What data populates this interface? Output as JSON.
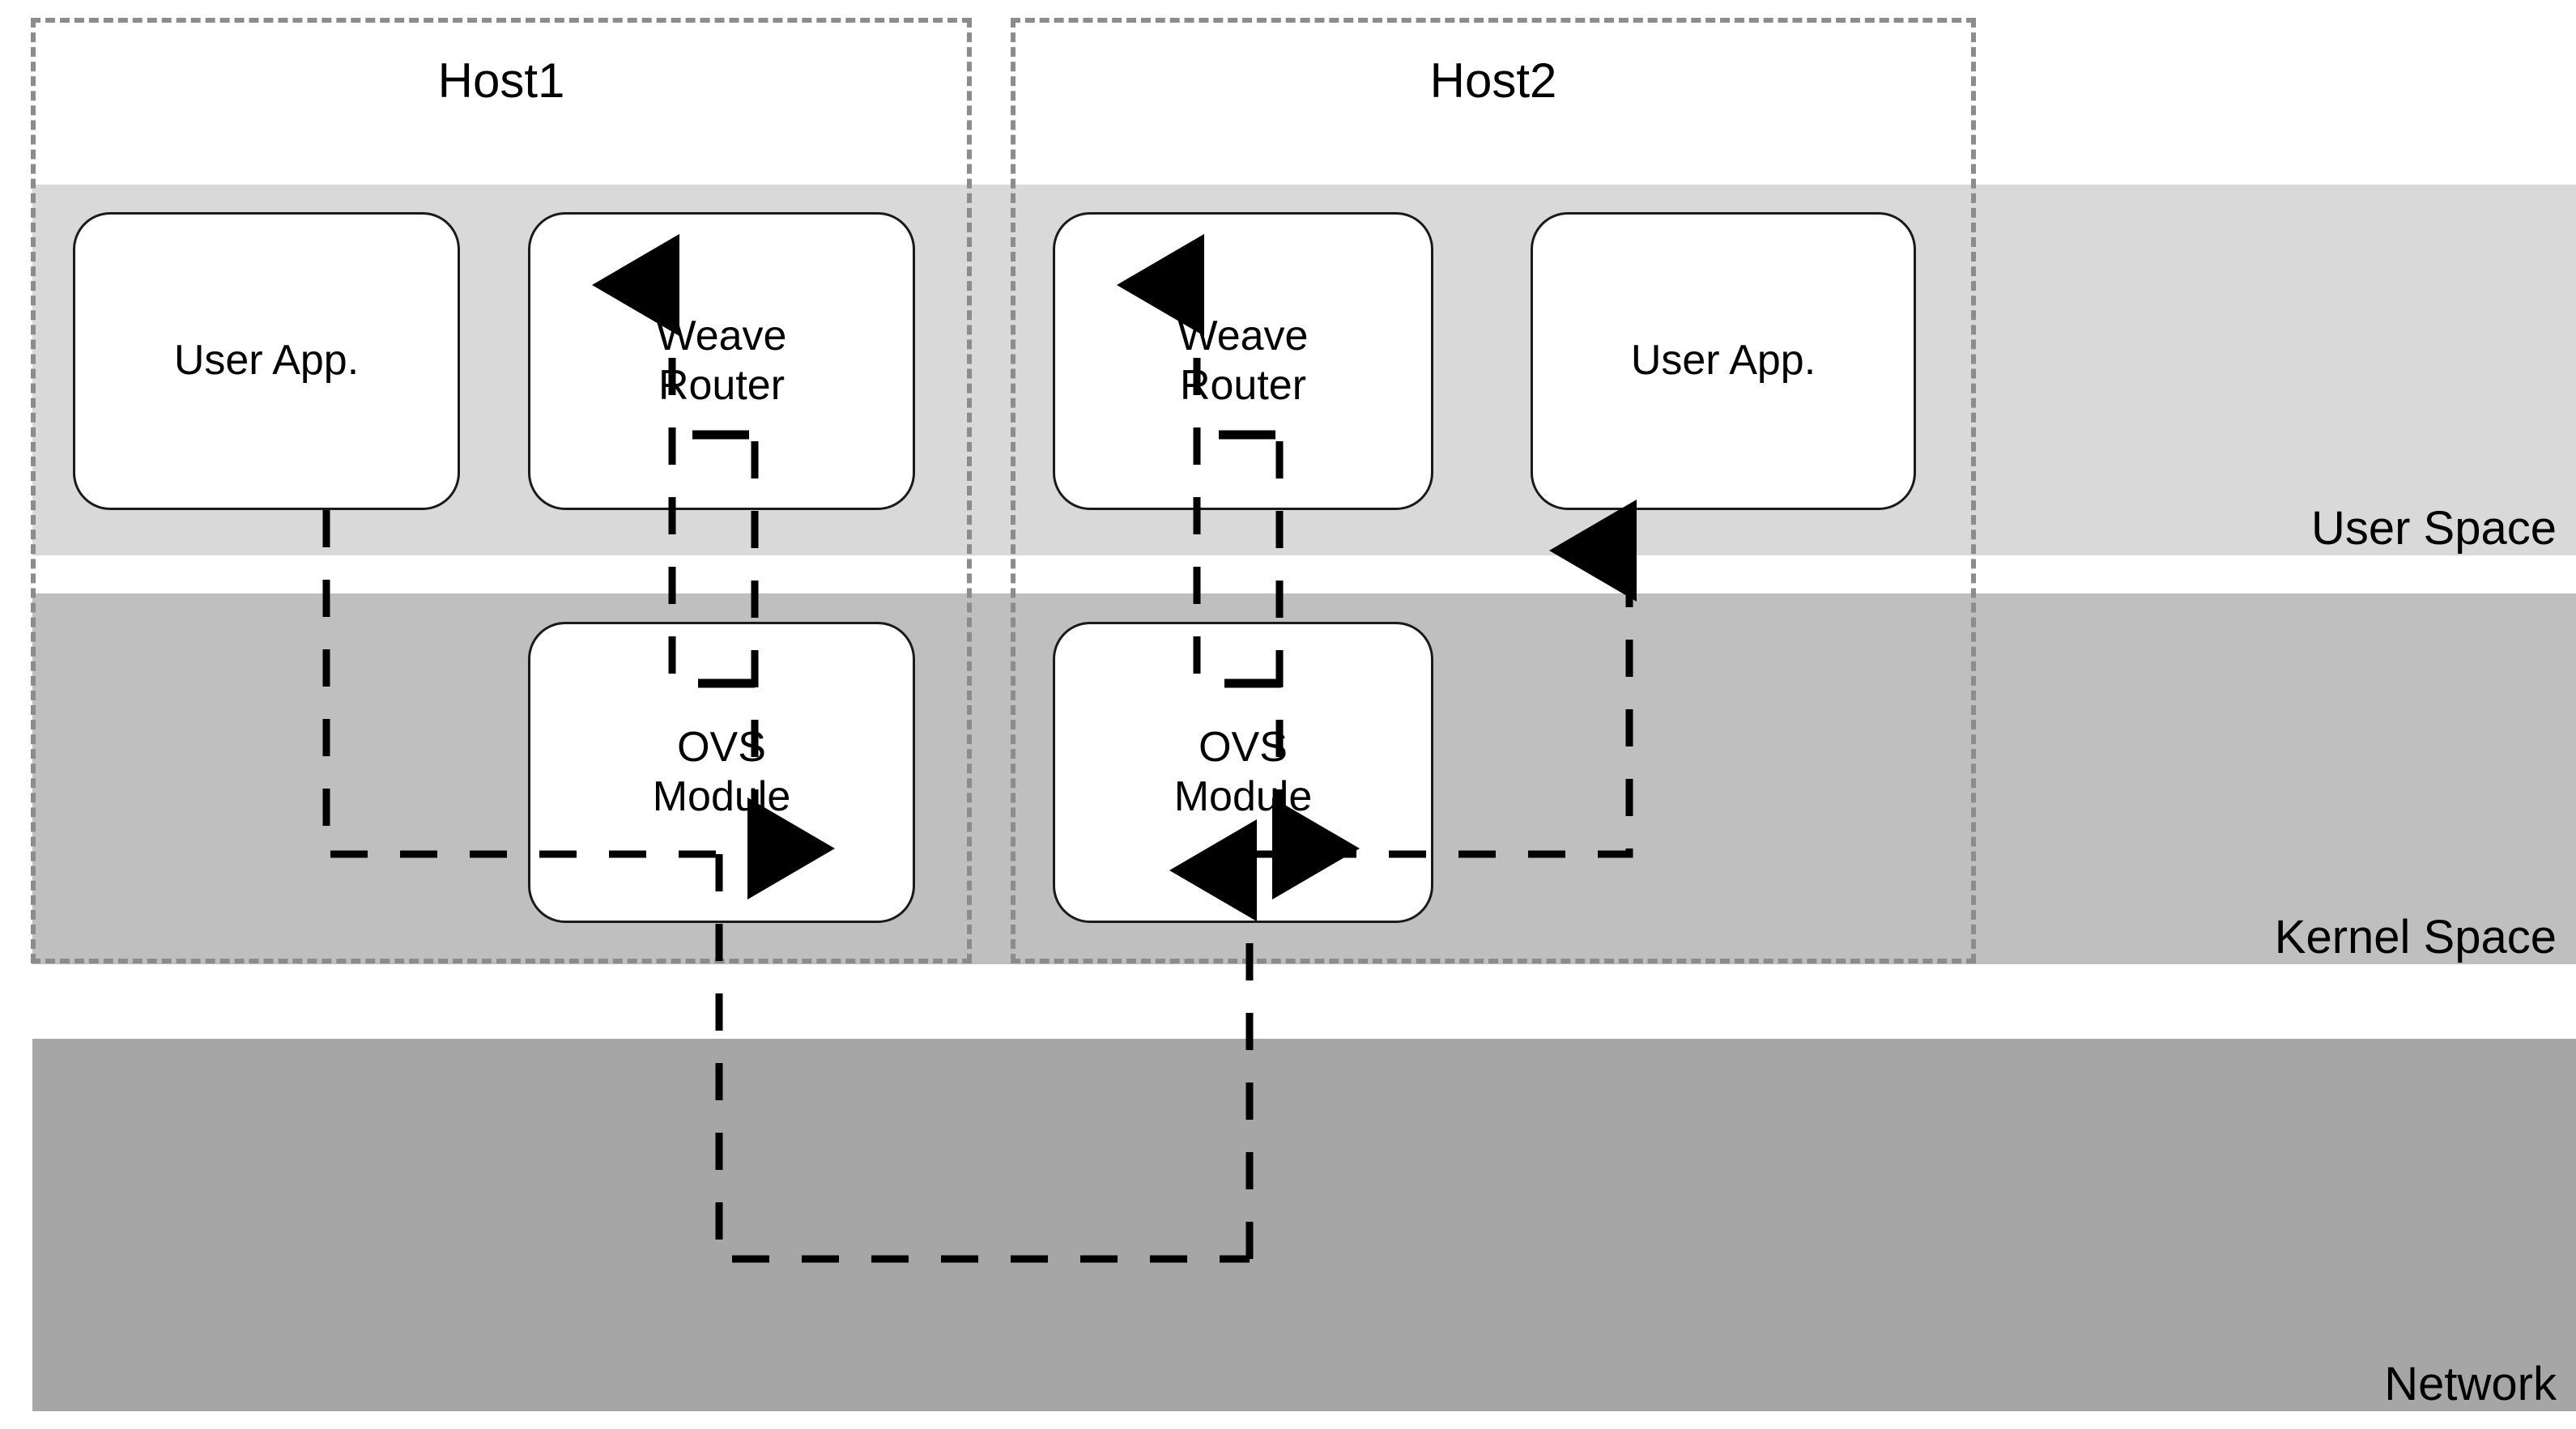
{
  "layers": [
    {
      "id": "user-space",
      "label": "User Space",
      "color": "#d9d9d9"
    },
    {
      "id": "kernel-space",
      "label": "Kernel Space",
      "color": "#bfbfbf"
    },
    {
      "id": "network",
      "label": "Network",
      "color": "#a6a6a6"
    }
  ],
  "hosts": [
    {
      "id": "host1",
      "title": "Host1"
    },
    {
      "id": "host2",
      "title": "Host2"
    }
  ],
  "nodes": {
    "host1_user_app": "User App.",
    "host1_weave_router": "Weave\nRouter",
    "host1_ovs_module": "OVS\nModule",
    "host2_weave_router": "Weave\nRouter",
    "host2_user_app": "User App.",
    "host2_ovs_module": "OVS\nModule"
  },
  "colors": {
    "user_space_band": "#d9d9d9",
    "kernel_space_band": "#bfbfbf",
    "network_band": "#a6a6a6",
    "host_border": "#8c8c8c",
    "node_border": "#1a1a1a",
    "node_fill": "#ffffff",
    "connector": "#000000",
    "text": "#000000"
  },
  "connectors": [
    {
      "id": "h1-app-to-ovs",
      "from": "host1_user_app",
      "to": "host1_ovs_module",
      "style": "dashed",
      "arrow": "none"
    },
    {
      "id": "h1-ovs-to-weave",
      "from": "host1_ovs_module",
      "to": "host1_weave_router",
      "style": "dashed",
      "arrow": "up"
    },
    {
      "id": "h1-weave-to-ovs",
      "from": "host1_weave_router",
      "to": "host1_ovs_module",
      "style": "dashed",
      "arrow": "down"
    },
    {
      "id": "h1-ovs-to-network",
      "from": "host1_ovs_module",
      "to": "network",
      "style": "dashed",
      "arrow": "none"
    },
    {
      "id": "network-to-h2-ovs",
      "from": "network",
      "to": "host2_ovs_module",
      "style": "dashed",
      "arrow": "up"
    },
    {
      "id": "h2-ovs-to-weave",
      "from": "host2_ovs_module",
      "to": "host2_weave_router",
      "style": "dashed",
      "arrow": "up"
    },
    {
      "id": "h2-weave-to-ovs",
      "from": "host2_weave_router",
      "to": "host2_ovs_module",
      "style": "dashed",
      "arrow": "down"
    },
    {
      "id": "h2-ovs-to-user-app",
      "from": "host2_ovs_module",
      "to": "host2_user_app",
      "style": "dashed",
      "arrow": "up"
    }
  ]
}
